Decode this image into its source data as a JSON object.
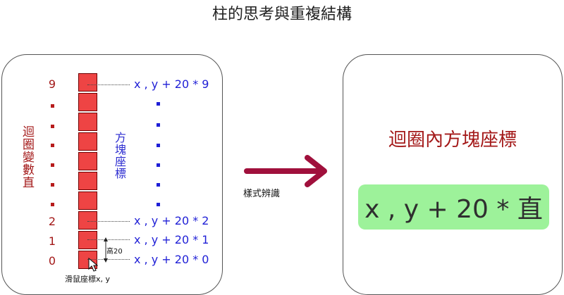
{
  "title": "柱的思考與重複結構",
  "left_panel": {
    "loop_variable_label": "迴圈變數直",
    "block_coordinate_label": "方塊座標",
    "index_labels": {
      "top": "9",
      "bottom": [
        "2",
        "1",
        "0"
      ]
    },
    "formulas": {
      "top": "x , y + 20 * 9",
      "bottom": [
        "x , y + 20 * 2",
        "x , y + 20 * 1",
        "x , y + 20 * 0"
      ]
    },
    "mouse_caption": "滑鼠座標x, y",
    "height_caption": "高20"
  },
  "arrow": {
    "label": "樣式辨識"
  },
  "right_panel": {
    "heading": "迴圈內方塊座標",
    "result": "x , y + 20 * 直"
  },
  "colors": {
    "red_text": "#a31818",
    "blue_text": "#1f1fd6",
    "block_fill": "#ee4444",
    "arrow": "#a0103c",
    "result_background": "#9df29a"
  }
}
